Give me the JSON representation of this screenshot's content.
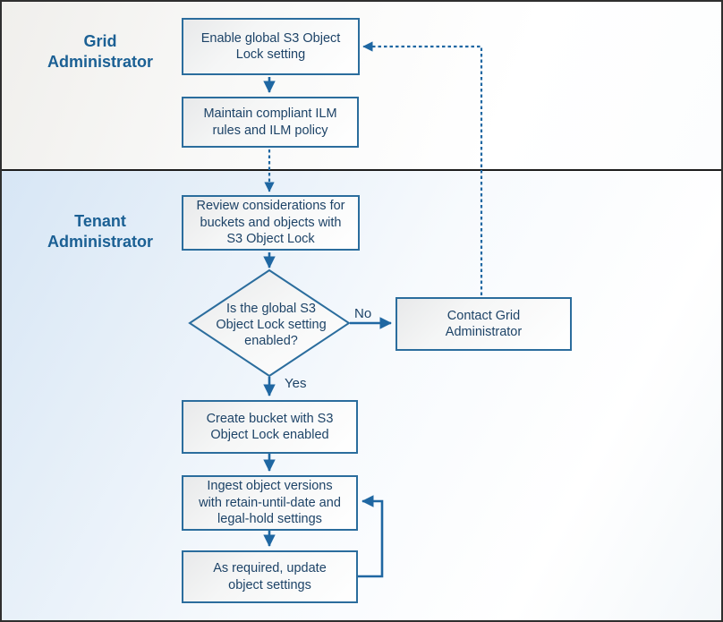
{
  "diagram": {
    "type": "flowchart-swimlane",
    "lanes": [
      {
        "id": "grid",
        "label": "Grid\nAdministrator"
      },
      {
        "id": "tenant",
        "label": "Tenant\nAdministrator"
      }
    ],
    "nodes": {
      "enable": {
        "shape": "process",
        "lane": "grid",
        "label": "Enable global S3 Object\nLock setting"
      },
      "maintain": {
        "shape": "process",
        "lane": "grid",
        "label": "Maintain compliant ILM\nrules and ILM policy"
      },
      "review": {
        "shape": "process",
        "lane": "tenant",
        "label": "Review considerations for\nbuckets and objects with\nS3 Object Lock"
      },
      "decision": {
        "shape": "decision",
        "lane": "tenant",
        "label": "Is the global S3\nObject Lock setting\nenabled?"
      },
      "contact": {
        "shape": "process",
        "lane": "tenant",
        "label": "Contact Grid\nAdministrator"
      },
      "create": {
        "shape": "process",
        "lane": "tenant",
        "label": "Create bucket with S3\nObject Lock enabled"
      },
      "ingest": {
        "shape": "process",
        "lane": "tenant",
        "label": "Ingest object versions\nwith retain-until-date and\nlegal-hold settings"
      },
      "update": {
        "shape": "process",
        "lane": "tenant",
        "label": "As required, update\nobject settings"
      }
    },
    "edges": [
      {
        "from": "enable",
        "to": "maintain",
        "style": "solid"
      },
      {
        "from": "maintain",
        "to": "review",
        "style": "dashed"
      },
      {
        "from": "review",
        "to": "decision",
        "style": "solid"
      },
      {
        "from": "decision",
        "to": "contact",
        "style": "solid",
        "label": "No"
      },
      {
        "from": "decision",
        "to": "create",
        "style": "solid",
        "label": "Yes"
      },
      {
        "from": "contact",
        "to": "enable",
        "style": "dashed"
      },
      {
        "from": "create",
        "to": "ingest",
        "style": "solid"
      },
      {
        "from": "ingest",
        "to": "update",
        "style": "solid"
      },
      {
        "from": "update",
        "to": "ingest",
        "style": "solid"
      }
    ],
    "edge_labels": {
      "yes": "Yes",
      "no": "No"
    },
    "colors": {
      "connector": "#1f67a2",
      "node_border": "#2b6d9d",
      "node_text": "#1d4367",
      "lane_label_text": "#1b6094",
      "lane_tenant_tint": "#d7e6f5",
      "lane_grid_tint": "#f0efec",
      "frame_border": "#2f2f2f"
    }
  }
}
